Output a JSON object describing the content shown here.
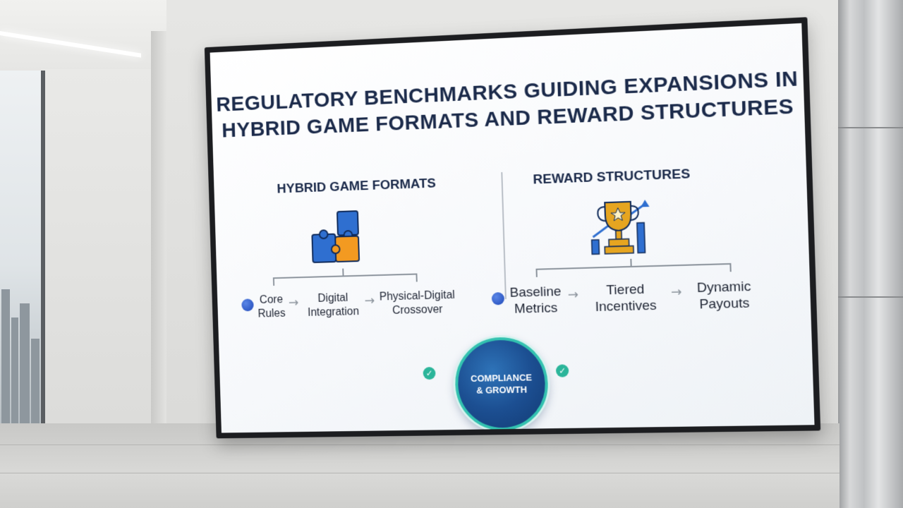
{
  "slide": {
    "title_line1": "REGULATORY BENCHMARKS GUIDING EXPANSIONS IN",
    "title_line2": "HYBRID GAME FORMATS AND REWARD STRUCTURES"
  },
  "left_column": {
    "heading": "HYBRID GAME FORMATS",
    "icon": "puzzle-pieces-icon",
    "steps": [
      {
        "line1": "Core",
        "line2": "Rules"
      },
      {
        "line1": "Digital",
        "line2": "Integration"
      },
      {
        "line1": "Physical-Digital",
        "line2": "Crossover"
      }
    ]
  },
  "right_column": {
    "heading": "REWARD STRUCTURES",
    "icon": "trophy-growth-chart-icon",
    "steps": [
      {
        "line1": "Baseline",
        "line2": "Metrics"
      },
      {
        "line1": "Tiered",
        "line2": "Incentives"
      },
      {
        "line1": "Dynamic",
        "line2": "Payouts"
      }
    ]
  },
  "badge": {
    "text": "COMPLIANCE\n& GROWTH",
    "icon_left": "check-circle-icon",
    "icon_right": "check-circle-icon"
  },
  "colors": {
    "title": "#1b2a4a",
    "badge_ring": "#33c2b0",
    "badge_fill": "#1c4f92",
    "check": "#2bb59a",
    "puzzle_blue": "#2f6fd0",
    "puzzle_orange": "#f39a21",
    "trophy_gold": "#e6a520"
  }
}
